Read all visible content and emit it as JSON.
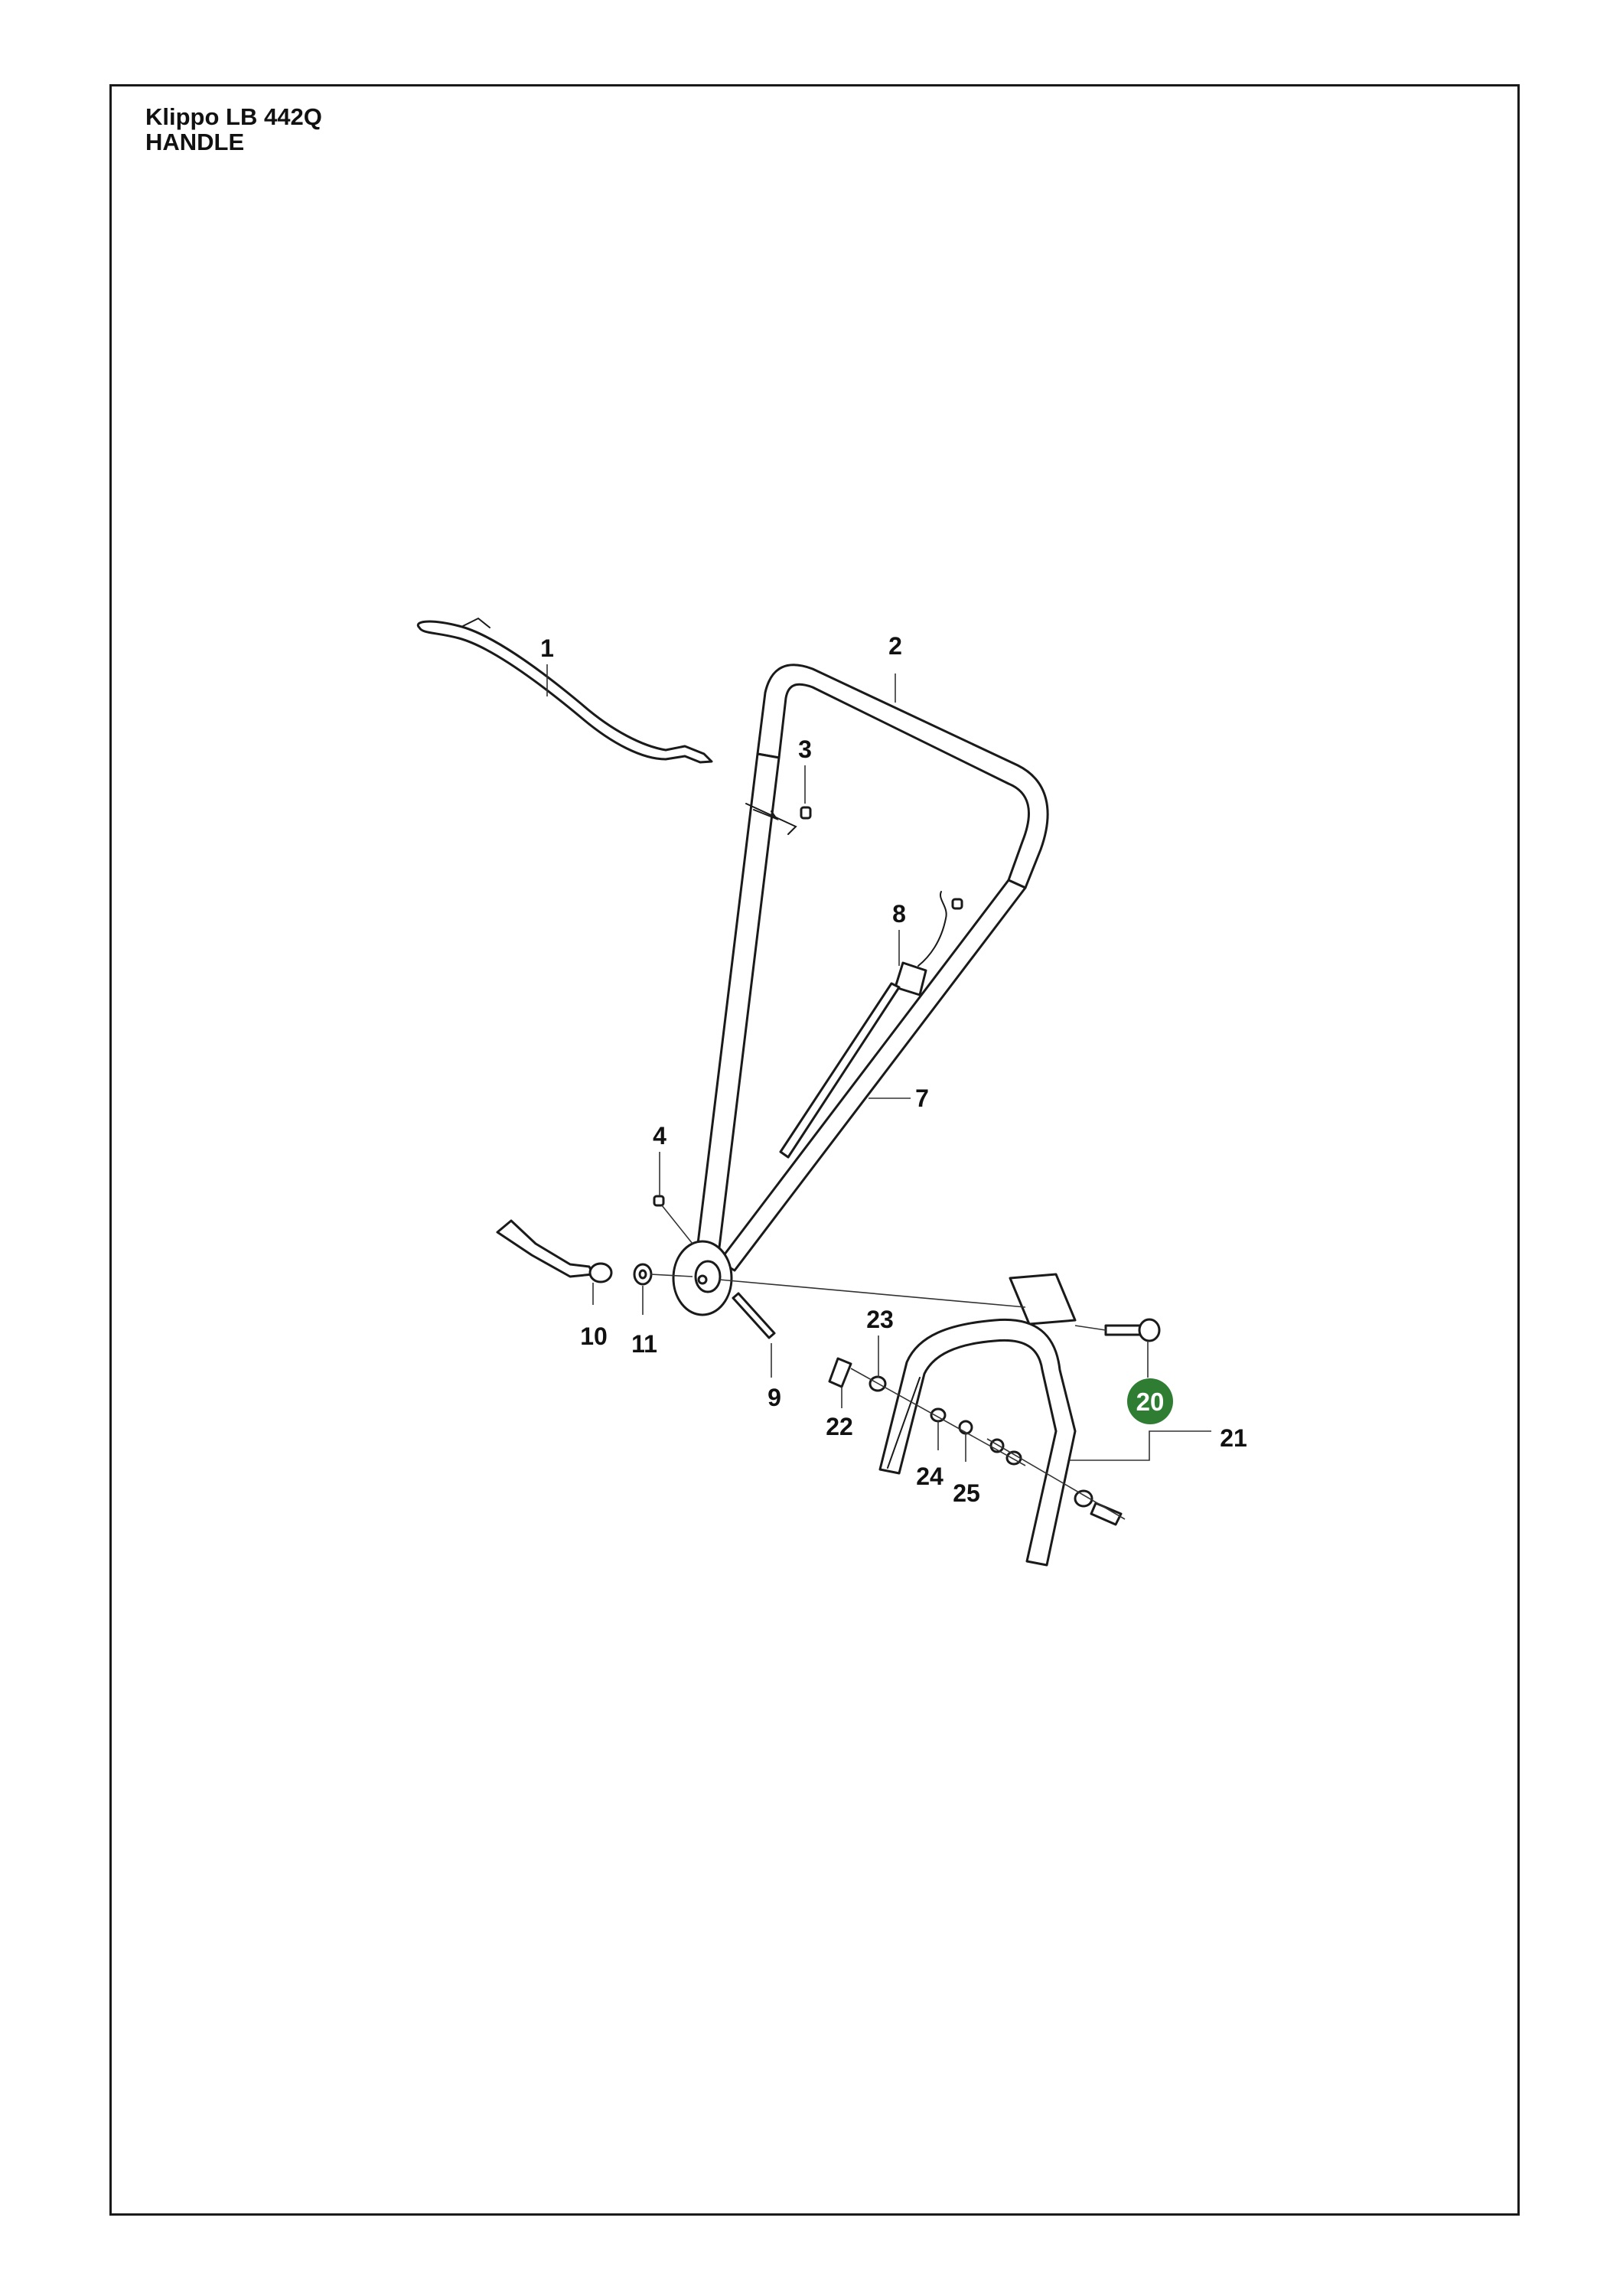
{
  "header": {
    "model": "Klippo LB 442Q",
    "section": "HANDLE"
  },
  "callouts": [
    {
      "id": "1",
      "label": "1"
    },
    {
      "id": "2",
      "label": "2"
    },
    {
      "id": "3",
      "label": "3"
    },
    {
      "id": "4",
      "label": "4"
    },
    {
      "id": "7",
      "label": "7"
    },
    {
      "id": "8",
      "label": "8"
    },
    {
      "id": "9",
      "label": "9"
    },
    {
      "id": "10",
      "label": "10"
    },
    {
      "id": "11",
      "label": "11"
    },
    {
      "id": "20",
      "label": "20",
      "highlighted": true
    },
    {
      "id": "21",
      "label": "21"
    },
    {
      "id": "22",
      "label": "22"
    },
    {
      "id": "23",
      "label": "23"
    },
    {
      "id": "24",
      "label": "24"
    },
    {
      "id": "25",
      "label": "25"
    }
  ],
  "colors": {
    "highlight": "#2e7d32",
    "line": "#1a1a1a"
  }
}
